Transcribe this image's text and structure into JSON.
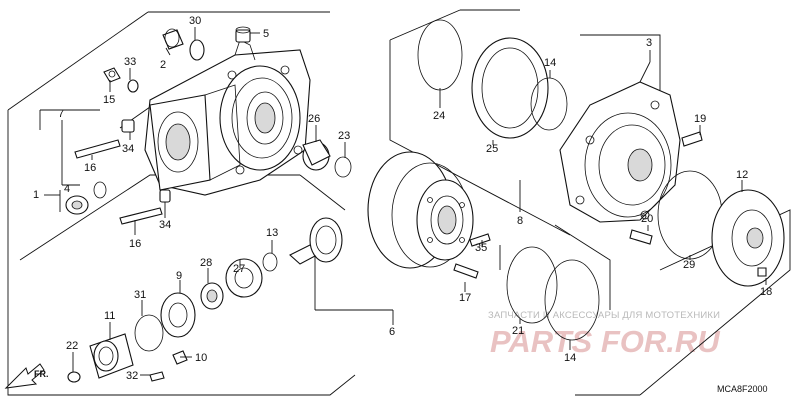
{
  "diagram": {
    "callouts": {
      "p1": "1",
      "p2": "2",
      "p3": "3",
      "p4": "4",
      "p5": "5",
      "p6": "6",
      "p7": "7",
      "p8": "8",
      "p9": "9",
      "p10": "10",
      "p11": "11",
      "p12": "12",
      "p13": "13",
      "p14a": "14",
      "p14b": "14",
      "p15": "15",
      "p16a": "16",
      "p16b": "16",
      "p17": "17",
      "p18": "18",
      "p19": "19",
      "p20": "20",
      "p21": "21",
      "p22": "22",
      "p23": "23",
      "p24": "24",
      "p25": "25",
      "p26": "26",
      "p27": "27",
      "p28": "28",
      "p29": "29",
      "p30": "30",
      "p31": "31",
      "p32": "32",
      "p33": "33",
      "p34a": "34",
      "p34b": "34",
      "p35": "35"
    },
    "direction_label": "FR.",
    "watermark_line": "ЗАПЧАСТИ И АКСЕССУАРЫ ДЛЯ МОТОТЕХНИКИ",
    "watermark_logo": "PARTS FOR.RU",
    "diagram_code": "MCA8F2000"
  }
}
